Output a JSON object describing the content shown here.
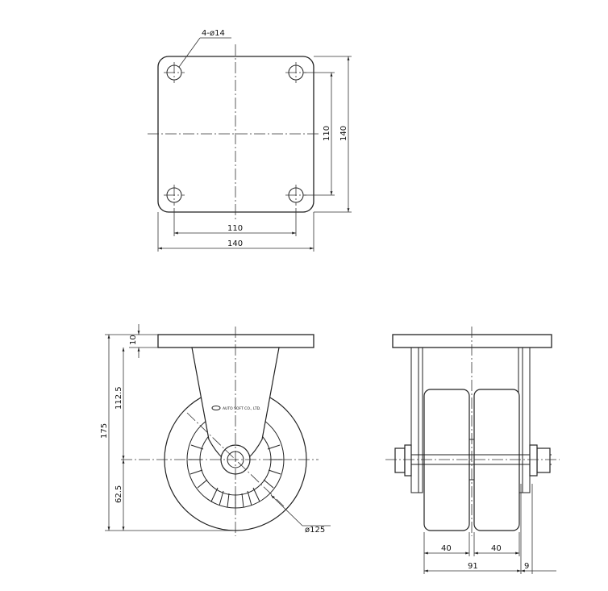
{
  "top_view": {
    "hole_note": "4-ø14",
    "dim_bolt_spacing_h": "110",
    "dim_plate_width": "140",
    "dim_bolt_spacing_v": "110",
    "dim_plate_height": "140"
  },
  "side_view": {
    "dim_plate_thickness": "10",
    "dim_upper_height": "112.5",
    "dim_total_height": "175",
    "dim_lower_height": "62.5",
    "dim_wheel_dia": "ø125",
    "brand_text": "AUTO SOFT CO., LTD."
  },
  "front_view": {
    "dim_wheel_width_1": "40",
    "dim_wheel_width_2": "40",
    "dim_overall_width": "91",
    "dim_offset": "9"
  }
}
